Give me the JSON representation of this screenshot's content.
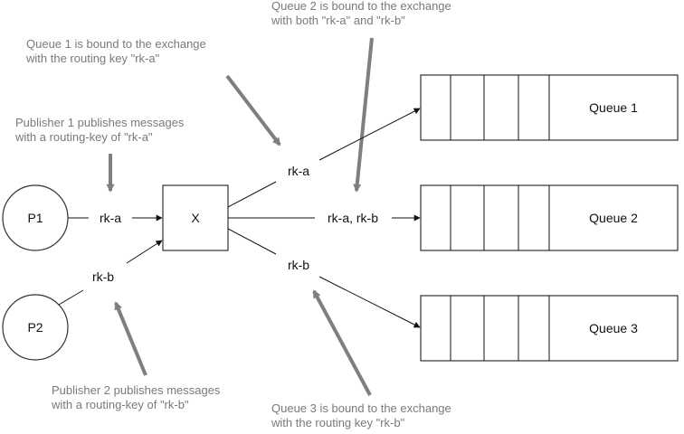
{
  "colors": {
    "annotation_text": "#7a7a7a",
    "annotation_arrow": "#7f7f7f",
    "shape_stroke": "#333333",
    "edge": "#111111"
  },
  "publishers": [
    {
      "id": "p1",
      "label": "P1"
    },
    {
      "id": "p2",
      "label": "P2"
    }
  ],
  "exchange": {
    "label": "X"
  },
  "queues": [
    {
      "id": "q1",
      "label": "Queue 1",
      "slots": 4
    },
    {
      "id": "q2",
      "label": "Queue 2",
      "slots": 4
    },
    {
      "id": "q3",
      "label": "Queue 3",
      "slots": 4
    }
  ],
  "edges": [
    {
      "id": "p1-to-x",
      "from": "P1",
      "to": "X",
      "label": "rk-a"
    },
    {
      "id": "p2-to-x",
      "from": "P2",
      "to": "X",
      "label": "rk-b"
    },
    {
      "id": "x-to-q1",
      "from": "X",
      "to": "Queue 1",
      "label": "rk-a"
    },
    {
      "id": "x-to-q2",
      "from": "X",
      "to": "Queue 2",
      "label": "rk-a, rk-b"
    },
    {
      "id": "x-to-q3",
      "from": "X",
      "to": "Queue 3",
      "label": "rk-b"
    }
  ],
  "annotations": [
    {
      "id": "note-queue1",
      "lines": [
        "Queue 1 is bound to the exchange",
        "with the routing key \"rk-a\""
      ]
    },
    {
      "id": "note-queue2",
      "lines": [
        "Queue 2 is bound to the exchange",
        "with both \"rk-a\" and \"rk-b\""
      ]
    },
    {
      "id": "note-publisher1",
      "lines": [
        "Publisher 1 publishes messages",
        "with a routing-key of \"rk-a\""
      ]
    },
    {
      "id": "note-publisher2",
      "lines": [
        "Publisher 2 publishes messages",
        "with a routing-key of \"rk-b\""
      ]
    },
    {
      "id": "note-queue3",
      "lines": [
        "Queue 3 is bound to the exchange",
        "with the routing key \"rk-b\""
      ]
    }
  ]
}
